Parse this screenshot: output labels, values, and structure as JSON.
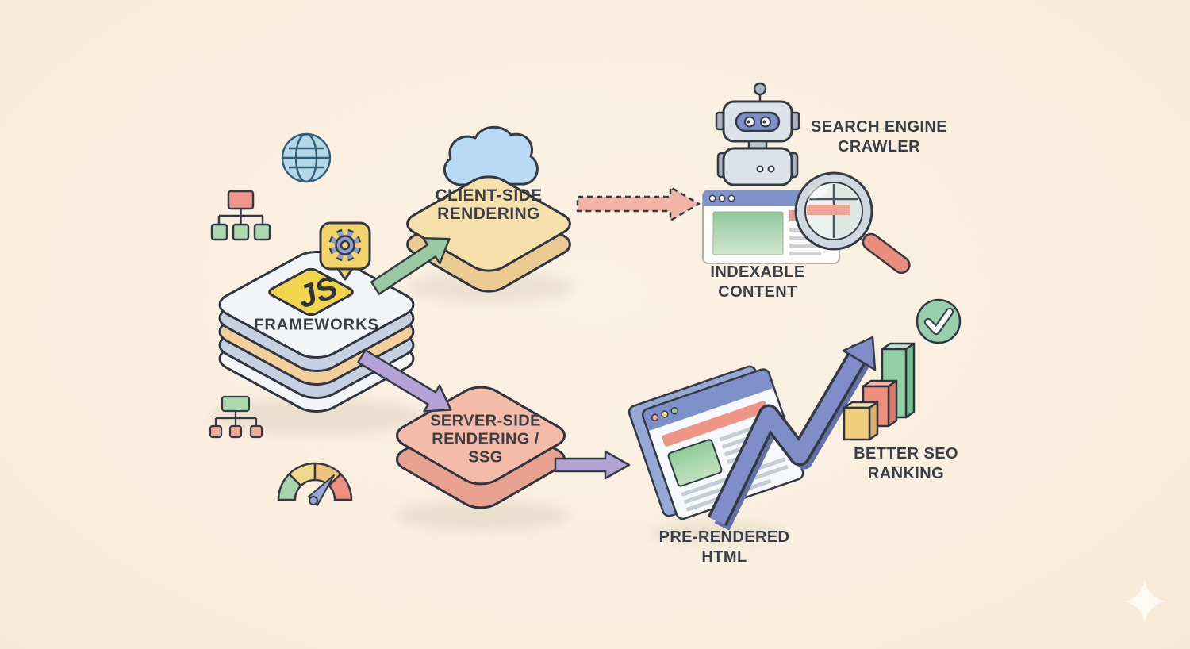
{
  "labels": {
    "frameworks": "FRAMEWORKS",
    "js_badge": "JS",
    "client_side_rendering": "CLIENT-SIDE\nRENDERING",
    "server_side_rendering": "SERVER-SIDE\nRENDERING /\nSSG",
    "search_engine_crawler": "SEARCH ENGINE\nCRAWLER",
    "indexable_content": "INDEXABLE\nCONTENT",
    "pre_rendered_html": "PRE-RENDERED\nHTML",
    "better_seo_ranking": "BETTER SEO\nRANKING"
  },
  "icons": {
    "globe-icon": "wireframe globe",
    "sitemap-red-icon": "site hierarchy, red parent / green children",
    "sitemap-green-icon": "site hierarchy, green parent / red children",
    "gear-icon": "gear in yellow speech bubble",
    "cloud-icon": "blue cloud above client-side box",
    "robot-icon": "search engine crawler robot",
    "browser-window-icon": "web page with green block and text lines",
    "magnifier-icon": "magnifying glass with red handle",
    "gauge-icon": "speedometer with needle",
    "trend-arrow-icon": "blue zig-zag arrow rising",
    "bar-chart-icon": "3D bars yellow/red/green",
    "check-icon": "green circle with white checkmark",
    "sparkle-icon": "faint four-point star watermark"
  },
  "colors": {
    "background": "#faeedd",
    "outline": "#333a44",
    "text": "#3a3f47",
    "csr_box_top": "#f6e1ac",
    "csr_box_side": "#eccb93",
    "ssr_box_top": "#f4bba9",
    "ssr_box_side": "#e9a28f",
    "stack_white": "#f2f5f8",
    "stack_blue_gray": "#c5d1e0",
    "stack_orange": "#f3cf9b",
    "js_yellow": "#f2d44f",
    "arrow_green": "#9bc9a4",
    "arrow_purple": "#b4a2d7",
    "arrow_dashed_pink": "#f2b4a5",
    "trend_blue": "#7f8ec8",
    "bar_yellow": "#f1cd7d",
    "bar_red": "#ee8f7d",
    "bar_green": "#92cfa5",
    "check_green": "#97d1ab",
    "browser_titlebar": "#8093cb",
    "magnifier_handle": "#e98d7e",
    "cloud_blue": "#b7d9f3"
  }
}
